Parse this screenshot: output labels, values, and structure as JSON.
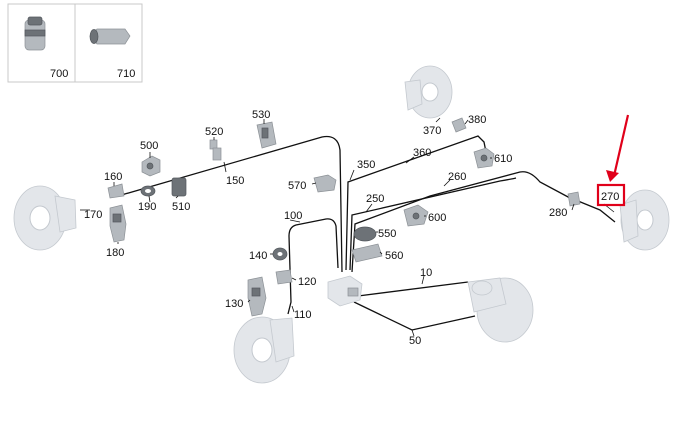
{
  "diagram": {
    "inset_parts": [
      "700",
      "710"
    ],
    "part_numbers": [
      "10",
      "50",
      "100",
      "110",
      "120",
      "130",
      "140",
      "150",
      "160",
      "170",
      "180",
      "190",
      "250",
      "260",
      "270",
      "280",
      "350",
      "360",
      "370",
      "380",
      "500",
      "510",
      "520",
      "530",
      "550",
      "560",
      "570",
      "600",
      "610"
    ],
    "highlighted_part": "270",
    "colors": {
      "highlight": "#e0001a",
      "line": "#111111",
      "part_light": "#e3e6ea",
      "part_dark": "#6d7277"
    }
  }
}
